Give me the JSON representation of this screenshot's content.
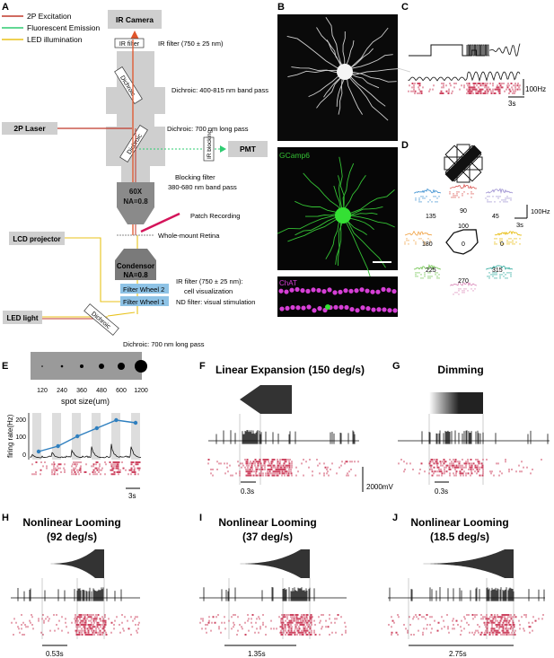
{
  "colors": {
    "excitation": "#c0392b",
    "emission": "#2ecc71",
    "led": "#e8c21a",
    "box_gray": "#cfcfcf",
    "filter_blue": "#8ec3e6",
    "raster_red": "#c2183b",
    "trace_blue": "#2e7fbf",
    "micro_green": "#34c234",
    "chat_magenta": "#d63fd6"
  },
  "panels": {
    "A": "A",
    "B": "B",
    "C": "C",
    "D": "D",
    "E": "E",
    "F": "F",
    "G": "G",
    "H": "H",
    "I": "I",
    "J": "J"
  },
  "legend": {
    "excitation": "2P Excitation",
    "emission": "Fluorescent Emission",
    "led": "LED illumination"
  },
  "optics": {
    "ir_camera": "IR Camera",
    "ir_filter_box": "IR filter",
    "ir_filter_note": "IR filter (750 ± 25 nm)",
    "dichroic_box": "Dichroic",
    "dichroic_top": "Dichroic: 400-815 nm band pass",
    "laser": "2P Laser",
    "dichroic_mid": "Dichroic: 700 nm long pass",
    "ir_blocking": "IR blocking",
    "pmt": "PMT",
    "blocking_filter_1": "Blocking filter",
    "blocking_filter_2": "380-680 nm band pass",
    "objective_1": "60X",
    "objective_2": "NA=0.8",
    "patch": "Patch Recording",
    "retina": "Whole-mount Retina",
    "lcd": "LCD projector",
    "condensor_1": "Condensor",
    "condensor_2": "NA=0.8",
    "filter_wheel_2": "Filter Wheel 2",
    "filter_wheel_1": "Filter Wheel 1",
    "ir_filter_wheel_1": "IR filter (750 ± 25 nm):",
    "ir_filter_wheel_2": "cell visualization",
    "nd_filter": "ND filter: visual stimulation",
    "led_light": "LED light",
    "dichroic_bottom_box": "Dichroic",
    "dichroic_bottom": "Dichroic: 700 nm long pass"
  },
  "micrographs": {
    "gcamp": "GCamp6",
    "chat": "ChAT"
  },
  "panelC": {
    "scale_hz": "100Hz",
    "scale_time": "3s"
  },
  "panelD": {
    "angles": [
      "90",
      "45",
      "0",
      "315",
      "270",
      "225",
      "180",
      "135"
    ],
    "radius_label": "100",
    "center_label": "0",
    "scale_hz": "100Hz",
    "scale_time": "3s",
    "trace_colors": [
      "#d9534f",
      "#9b8fd0",
      "#e6b800",
      "#28a79a",
      "#d988b8",
      "#6cc24a",
      "#f0a040",
      "#3b8fd0"
    ]
  },
  "panelE": {
    "spot_labels": [
      "120",
      "240",
      "360",
      "480",
      "600",
      "1200"
    ],
    "spot_axis": "spot size(um)",
    "ylabel": "firing rate(Hz)",
    "yticks": [
      "200",
      "100",
      "0"
    ],
    "scale_time": "3s"
  },
  "chart_data": {
    "type": "line",
    "x": [
      "120",
      "240",
      "360",
      "480",
      "600",
      "1200"
    ],
    "series": [
      {
        "values": [
          35,
          65,
          120,
          165,
          210,
          195
        ]
      }
    ],
    "ylabel": "firing rate(Hz)",
    "xlabel": "spot size(um)",
    "ylim": [
      0,
      250
    ]
  },
  "panelF": {
    "title": "Linear Expansion (150 deg/s)",
    "scale_time": "0.3s",
    "scale_mv": "2000mV"
  },
  "panelG": {
    "title": "Dimming",
    "scale_time": "0.3s"
  },
  "panelH": {
    "title_1": "Nonlinear Looming",
    "title_2": "(92 deg/s)",
    "scale_time": "0.53s"
  },
  "panelI": {
    "title_1": "Nonlinear Looming",
    "title_2": "(37 deg/s)",
    "scale_time": "1.35s"
  },
  "panelJ": {
    "title_1": "Nonlinear Looming",
    "title_2": "(18.5 deg/s)",
    "scale_time": "2.75s"
  }
}
